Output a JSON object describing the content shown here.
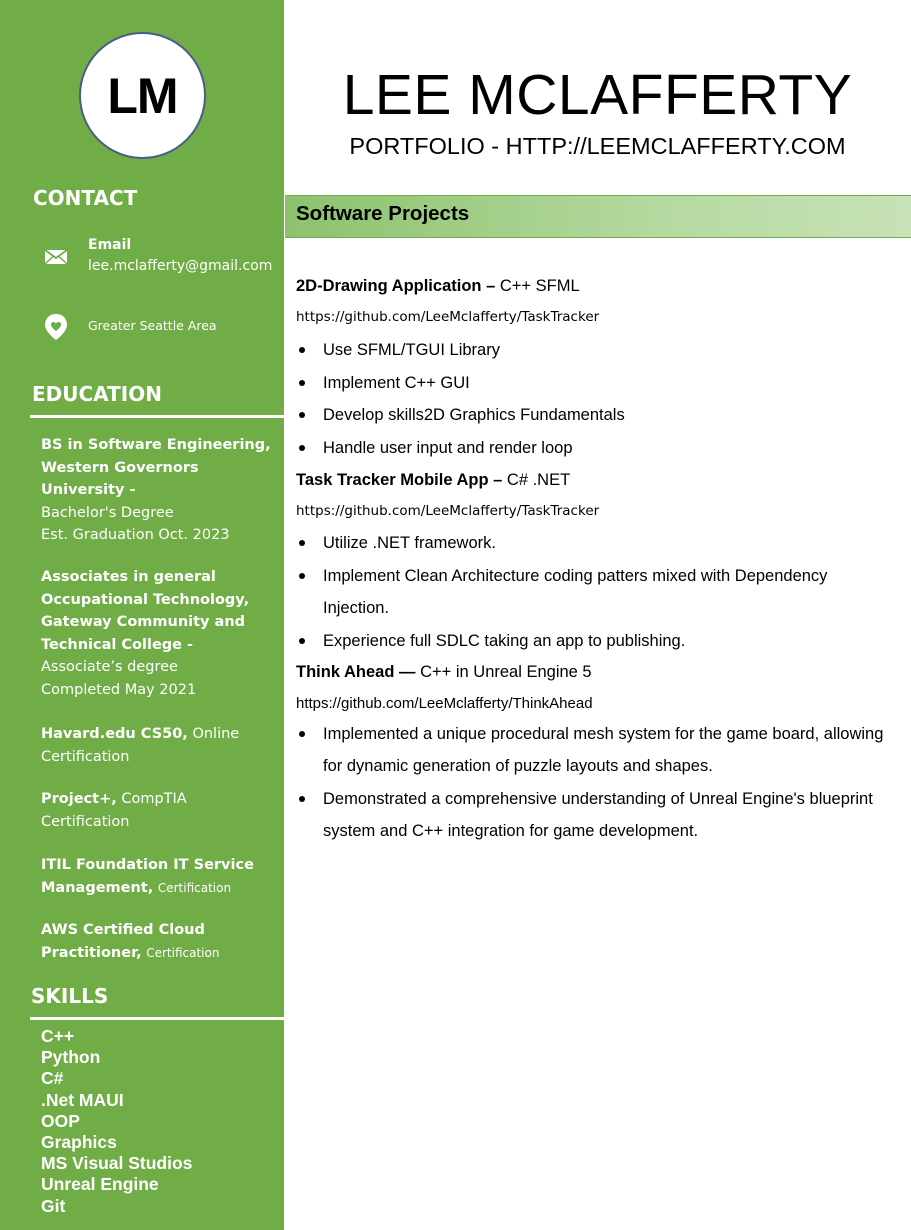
{
  "sidebar": {
    "initials": "LM",
    "contact": {
      "heading": "CONTACT",
      "email_label": "Email",
      "email": "lee.mclafferty@gmail.com",
      "location": "Greater Seattle Area"
    },
    "education": {
      "heading": "EDUCATION",
      "items": [
        {
          "title": "BS in Software Engineering, Western Governors University -",
          "detail1": "Bachelor's Degree",
          "detail2": "Est. Graduation Oct. 2023"
        },
        {
          "title": "Associates in general Occupational Technology, Gateway Community and Technical College -",
          "detail1": "Associate’s degree",
          "detail2": "Completed May 2021"
        },
        {
          "title": "Havard.edu CS50,",
          "detail1": "Online Certification"
        },
        {
          "title": "Project+,",
          "detail1": "CompTIA Certification"
        },
        {
          "title": "ITIL Foundation IT Service Management,",
          "detail1": "Certification"
        },
        {
          "title": "AWS Certified Cloud Practitioner,",
          "detail1": "Certification"
        }
      ]
    },
    "skills": {
      "heading": "SKILLS",
      "items": [
        "C++",
        "Python",
        "C#",
        ".Net MAUI",
        "OOP",
        "Graphics",
        "MS Visual Studios",
        "Unreal Engine",
        "Git"
      ]
    }
  },
  "header": {
    "name": "LEE MCLAFFERTY",
    "portfolio": "PORTFOLIO - HTTP://LEEMCLAFFERTY.COM"
  },
  "section": {
    "title": "Software Projects"
  },
  "projects": [
    {
      "name": "2D-Drawing Application –",
      "tech": "C++ SFML",
      "url": "https://github.com/LeeMclafferty/TaskTracker",
      "bullets": [
        "Use SFML/TGUI Library",
        "Implement C++ GUI",
        "Develop skills2D Graphics Fundamentals",
        "Handle user input and render loop"
      ]
    },
    {
      "name": "Task Tracker Mobile App –",
      "tech": "C# .NET",
      "url": "https://github.com/LeeMclafferty/TaskTracker",
      "bullets": [
        "Utilize .NET framework.",
        "Implement Clean Architecture coding patters mixed with Dependency Injection.",
        "Experience full SDLC taking an app to publishing."
      ]
    },
    {
      "name": "Think Ahead —",
      "tech": "C++ in Unreal Engine 5",
      "url": "https://github.com/LeeMclafferty/ThinkAhead",
      "bullets": [
        "Implemented a unique procedural mesh system for the game board, allowing for dynamic generation of puzzle layouts and shapes.",
        "Demonstrated a comprehensive understanding of Unreal Engine's blueprint system and C++ integration for game development."
      ]
    }
  ],
  "icons": {
    "email": "envelope-icon",
    "location": "map-pin-icon"
  },
  "colors": {
    "sidebar": "#70ad47",
    "section_bar": "#a9d18e"
  }
}
